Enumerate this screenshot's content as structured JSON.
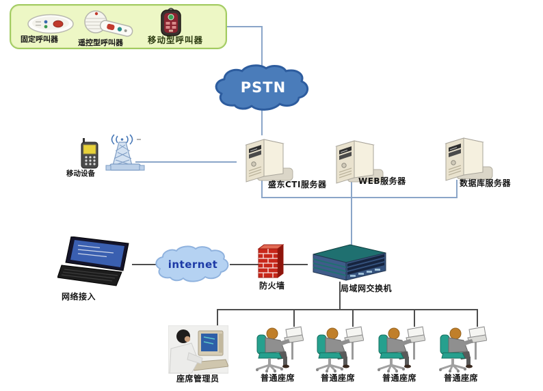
{
  "device_panel": {
    "items": [
      {
        "icon": "fixed-pager-icon",
        "label": "固定呼叫器"
      },
      {
        "icon": "remote-pager-icon",
        "label": "遥控型呼叫器"
      },
      {
        "icon": "mobile-pager-icon",
        "label": "移动型呼叫器"
      }
    ]
  },
  "clouds": {
    "pstn_label": "PSTN",
    "internet_label": "internet"
  },
  "wireless": {
    "phone_label": "移动设备"
  },
  "servers": [
    {
      "icon": "server-tower-icon",
      "label": "盛东CTI服务器"
    },
    {
      "icon": "server-tower-icon",
      "label": "WEB服务器"
    },
    {
      "icon": "server-tower-icon",
      "label": "数据库服务器"
    }
  ],
  "access": {
    "laptop_label": "网络接入",
    "firewall_label": "防火墙",
    "switch_label": "局域网交换机"
  },
  "workstations": {
    "admin_label": "座席管理员",
    "agents": [
      {
        "label": "普通座席"
      },
      {
        "label": "普通座席"
      },
      {
        "label": "普通座席"
      },
      {
        "label": "普通座席"
      }
    ]
  },
  "colors": {
    "panel_green": "#edf7c5",
    "panel_border": "#a2cb62",
    "pstn_cloud": "#4a7cba",
    "pstn_cloud_border": "#2d5c9e",
    "internet_cloud": "#b5d2f2",
    "internet_text": "#1d3aa6",
    "firewall_red": "#c8271a",
    "switch_teal": "#1f7070",
    "switch_front_blue": "#3f5c8a",
    "server_beige": "#e9e2ce",
    "chair_teal": "#26a08e",
    "line_blue": "#8aa5c8",
    "line_dark": "#4d4d4d"
  }
}
